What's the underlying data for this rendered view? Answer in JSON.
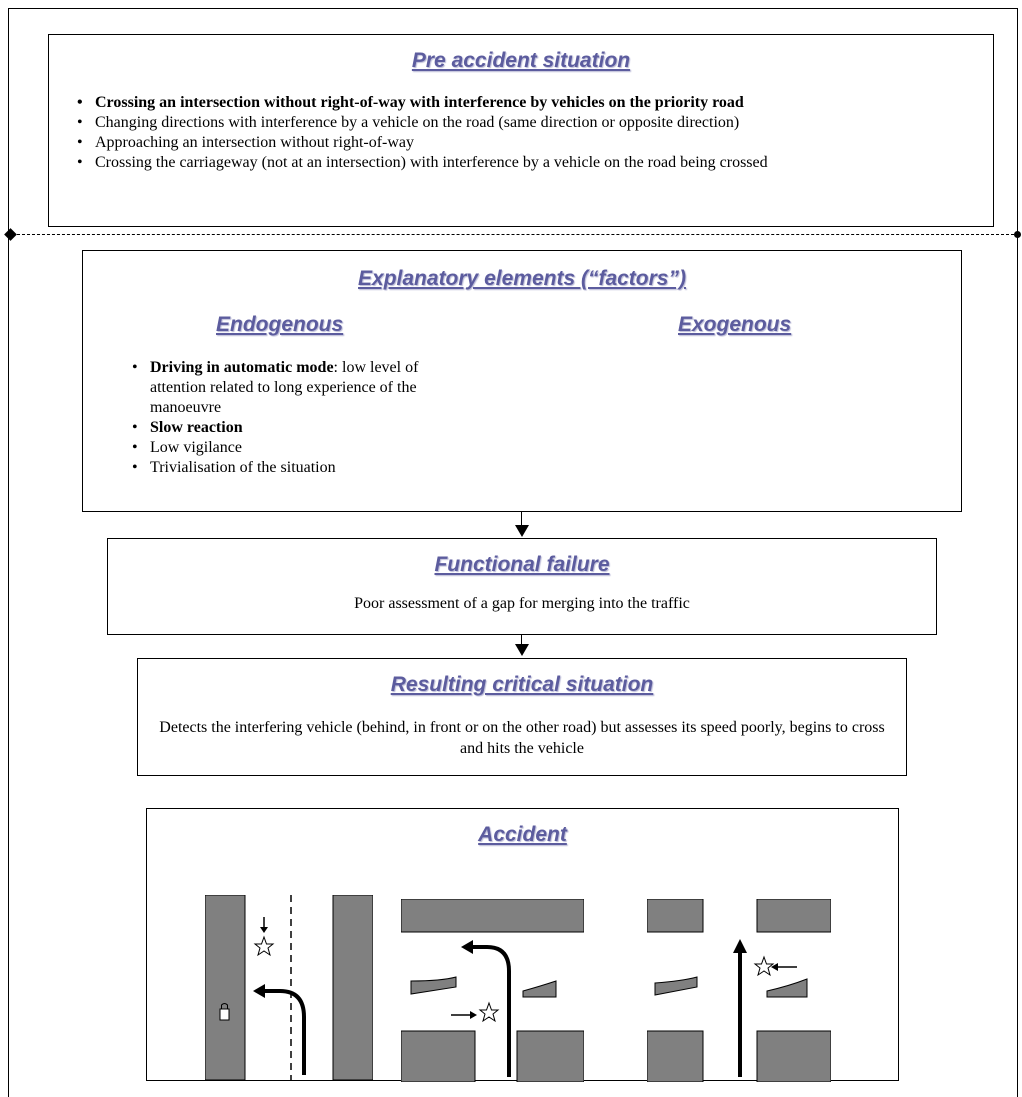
{
  "pre_accident": {
    "title": "Pre accident situation",
    "items": [
      {
        "text": "Crossing an intersection without right-of-way with interference by vehicles on the priority road",
        "bold": true
      },
      {
        "text": "Changing directions with interference by a vehicle on the road (same direction or opposite direction)",
        "bold": false
      },
      {
        "text": "Approaching an intersection without right-of-way",
        "bold": false
      },
      {
        "text": "Crossing the carriageway (not at an intersection) with interference by a vehicle on the road being crossed",
        "bold": false
      }
    ]
  },
  "explanatory": {
    "title": "Explanatory elements (“factors”)",
    "endogenous_title": "Endogenous",
    "exogenous_title": "Exogenous",
    "items": [
      {
        "bold": "Driving in automatic mode",
        "rest": ": low level of attention related to long experience of the manoeuvre"
      },
      {
        "bold": "Slow reaction",
        "rest": ""
      },
      {
        "bold": "",
        "rest": "Low vigilance"
      },
      {
        "bold": "",
        "rest": "Trivialisation of the situation"
      }
    ]
  },
  "functional_failure": {
    "title": "Functional failure",
    "text": "Poor assessment of a gap for merging into the traffic"
  },
  "critical_situation": {
    "title": "Resulting critical situation",
    "text": "Detects the interfering vehicle (behind, in front or on the other road) but assesses its speed poorly, begins to cross and hits the vehicle"
  },
  "accident": {
    "title": "Accident"
  },
  "colors": {
    "heading": "#5c5c9e",
    "road_block": "#808080"
  }
}
